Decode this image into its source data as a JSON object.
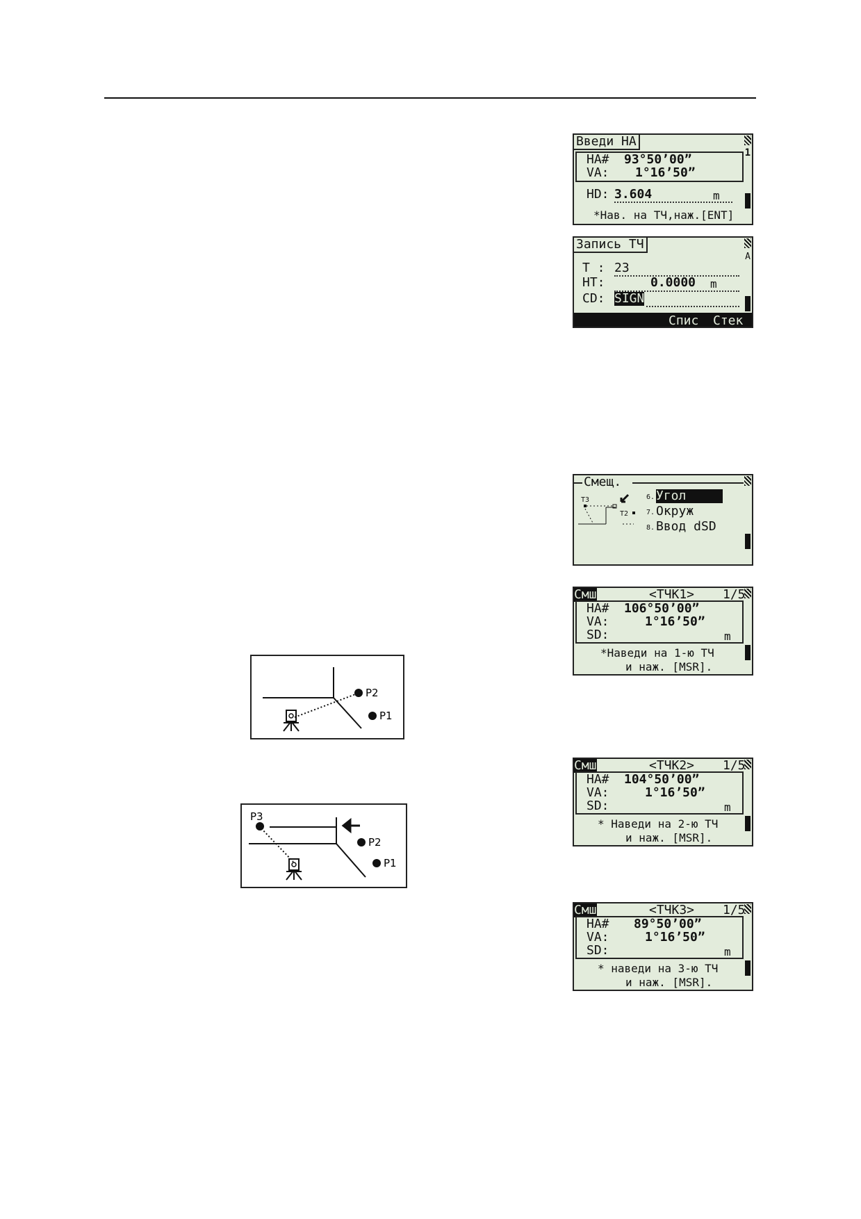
{
  "screen1": {
    "title": "Введи HA",
    "indicator": "1",
    "ha_label": "HA#",
    "ha_value": "93°50’00”",
    "va_label": "VA:",
    "va_value": "1°16’50”",
    "hd_label": "HD:",
    "hd_value": "3.604",
    "hd_unit": "m",
    "hint": "*Нав. на ТЧ,наж.[ENT]"
  },
  "screen2": {
    "title": "Запись ТЧ",
    "indicator": "A",
    "t_label": "Т :",
    "t_value": "23",
    "ht_label": "HT:",
    "ht_value": "0.0000",
    "ht_unit": "m",
    "cd_label": "CD:",
    "cd_value": "SIGN",
    "softkey1": "Спис",
    "softkey2": "Стек"
  },
  "screen3": {
    "title": "Смещ.",
    "diagram_t3": "Т3",
    "diagram_t2": "Т2",
    "items": [
      {
        "num": "6.",
        "label": "Угол",
        "selected": true
      },
      {
        "num": "7.",
        "label": "Окруж",
        "selected": false
      },
      {
        "num": "8.",
        "label": "Ввод dSD",
        "selected": false
      }
    ]
  },
  "screen4": {
    "mode": "Смш",
    "point": "<ТЧК1>",
    "page": "1/5",
    "ha_label": "HA#",
    "ha_value": "106°50’00”",
    "va_label": "VA:",
    "va_value": "1°16’50”",
    "sd_label": "SD:",
    "sd_unit": "m",
    "hint1": "*Наведи на 1-ю ТЧ",
    "hint2": "и наж. [MSR]."
  },
  "screen5": {
    "mode": "Смш",
    "point": "<ТЧК2>",
    "page": "1/5",
    "ha_label": "HA#",
    "ha_value": "104°50’00”",
    "va_label": "VA:",
    "va_value": "1°16’50”",
    "sd_label": "SD:",
    "sd_unit": "m",
    "hint1": "* Наведи на 2-ю ТЧ",
    "hint2": "и наж. [MSR]."
  },
  "screen6": {
    "mode": "Смш",
    "point": "<ТЧК3>",
    "page": "1/5",
    "ha_label": "HA#",
    "ha_value": "89°50’00”",
    "va_label": "VA:",
    "va_value": "1°16’50”",
    "sd_label": "SD:",
    "sd_unit": "m",
    "hint1": "* наведи на 3-ю ТЧ",
    "hint2": "и наж. [MSR]."
  },
  "figure1": {
    "p1": "P1",
    "p2": "P2"
  },
  "figure2": {
    "p1": "P1",
    "p2": "P2",
    "p3": "P3"
  }
}
